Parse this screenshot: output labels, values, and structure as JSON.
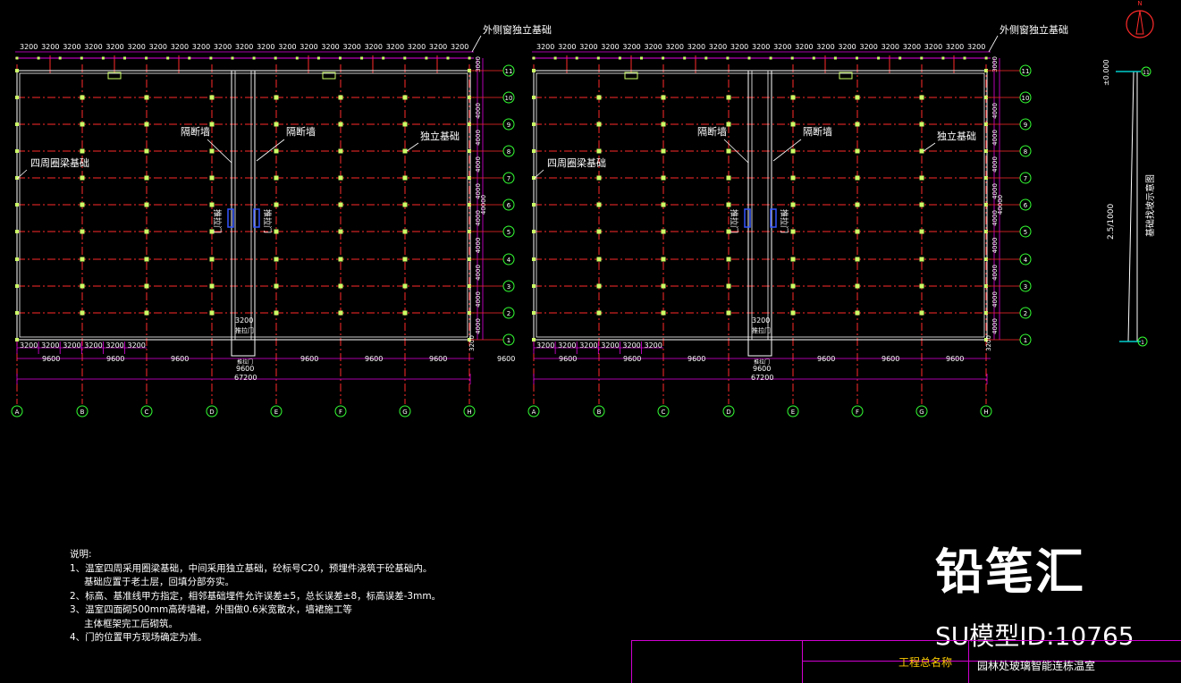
{
  "plans": [
    {
      "callouts": {
        "top": "外侧窗独立基础",
        "perimeter": "四周圈梁基础",
        "partition_left": "隔断墙",
        "partition_right": "隔断墙",
        "isolated": "独立基础",
        "door_left": "推拉门",
        "door_right": "推拉门",
        "door_bottom": "推拉门",
        "door_bottom2": "推拉门"
      },
      "top_dims": [
        "3200",
        "3200",
        "3200",
        "3200",
        "3200",
        "3200",
        "3200",
        "3200",
        "3200",
        "3200",
        "3200",
        "3200",
        "3200",
        "3200",
        "3200",
        "3200",
        "3200",
        "3200",
        "3200",
        "3200",
        "3200"
      ],
      "bottom_dims": [
        "3200",
        "3200",
        "3200",
        "3200",
        "3200",
        "3200"
      ],
      "bay_dims": [
        "9600",
        "9600",
        "9600",
        "9600",
        "9600",
        "9600",
        "9600"
      ],
      "corridor_dims": [
        "3200",
        "9600"
      ],
      "total_dim": "67200",
      "right_dims": [
        "3000",
        "4000",
        "4000",
        "4000",
        "4000",
        "4000",
        "4000",
        "4000",
        "4000",
        "4000"
      ],
      "right_total": "40000",
      "axes_x": [
        "A",
        "B",
        "C",
        "D",
        "E",
        "F",
        "G",
        "H"
      ],
      "axes_y": [
        "1",
        "2",
        "3",
        "4",
        "5",
        "6",
        "7",
        "8",
        "9",
        "10",
        "11"
      ]
    },
    {
      "callouts": {
        "top": "外侧窗独立基础",
        "perimeter": "四周圈梁基础",
        "partition_left": "隔断墙",
        "partition_right": "隔断墙",
        "isolated": "独立基础",
        "door_left": "推拉门",
        "door_right": "推拉门",
        "door_bottom": "推拉门",
        "door_bottom2": "推拉门"
      },
      "top_dims": [
        "3200",
        "3200",
        "3200",
        "3200",
        "3200",
        "3200",
        "3200",
        "3200",
        "3200",
        "3200",
        "3200",
        "3200",
        "3200",
        "3200",
        "3200",
        "3200",
        "3200",
        "3200",
        "3200",
        "3200",
        "3200"
      ],
      "bottom_dims": [
        "3200",
        "3200",
        "3200",
        "3200",
        "3200",
        "3200"
      ],
      "bay_dims": [
        "9600",
        "9600",
        "9600",
        "9600",
        "9600",
        "9600",
        "9600"
      ],
      "corridor_dims": [
        "3200",
        "9600"
      ],
      "total_dim": "67200",
      "right_dims": [
        "3000",
        "4000",
        "4000",
        "4000",
        "4000",
        "4000",
        "4000",
        "4000",
        "4000",
        "4000"
      ],
      "right_total": "40000",
      "axes_x": [
        "A",
        "B",
        "C",
        "D",
        "E",
        "F",
        "G",
        "H"
      ],
      "axes_y": [
        "1",
        "2",
        "3",
        "4",
        "5",
        "6",
        "7",
        "8",
        "9",
        "10",
        "11"
      ]
    }
  ],
  "slope": {
    "top_label": "±0.000",
    "ratio": "2.5/1000",
    "caption": "基础找坡示意图",
    "axis_top": "11",
    "axis_bottom": "1"
  },
  "north_symbol": "N",
  "notes": {
    "heading": "说明:",
    "items": [
      "1、温室四周采用圈梁基础，中间采用独立基础，砼标号C20，预埋件浇筑于砼基础内。",
      "基础应置于老土层，回填分部夯实。",
      "2、标高、基准线甲方指定，相邻基础埋件允许误差±5，总长误差±8，标高误差-3mm。",
      "3、温室四面砌500mm高砖墙裙，外围做0.6米宽散水，墙裙施工等",
      "主体框架完工后砌筑。",
      "4、门的位置甲方现场确定为准。"
    ]
  },
  "branding": {
    "logo": "铅笔汇",
    "model_id": "SU模型ID:10765"
  },
  "title_block": {
    "label": "工程总名称",
    "value": "园林处玻璃智能连栋温室"
  },
  "colors": {
    "background": "#000000",
    "outline": "#ffffff",
    "axis": "#ff2a2a",
    "dimension": "#e000e0",
    "column": "#ccff66",
    "axis_bubble": "#33ff33",
    "door": "#3355ff",
    "callout": "#ffffff",
    "title_label": "#ffcc00"
  }
}
